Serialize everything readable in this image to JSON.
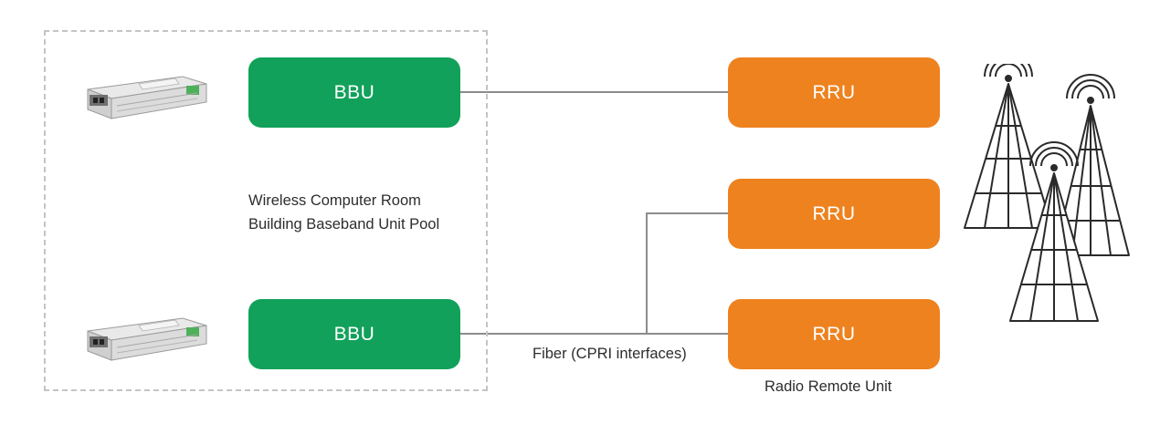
{
  "diagram": {
    "pool_caption": {
      "line1": "Wireless Computer Room",
      "line2": "Building Baseband Unit Pool"
    },
    "bbu_units": [
      "BBU",
      "BBU"
    ],
    "rru_units": [
      "RRU",
      "RRU",
      "RRU"
    ],
    "fiber_label": "Fiber (CPRI interfaces)",
    "rru_caption": "Radio Remote Unit"
  },
  "colors": {
    "bbu": "#11a15a",
    "rru": "#ee821f",
    "link": "#8c8c8c",
    "pool_border": "#c4c4c4"
  },
  "icons": [
    "sfp-transceiver-icon",
    "sfp-transceiver-icon",
    "cell-tower-icon",
    "cell-tower-icon",
    "cell-tower-icon"
  ]
}
